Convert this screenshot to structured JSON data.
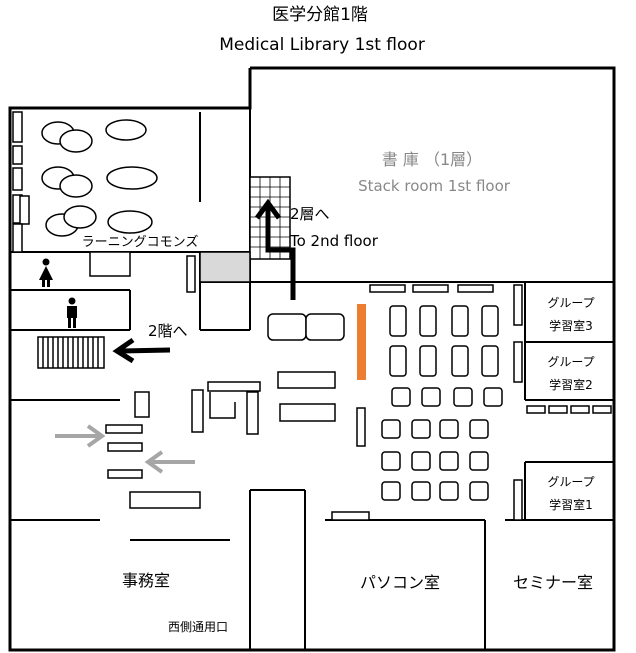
{
  "title_ja": "医学分館1階",
  "title_en": "Medical Library 1st floor",
  "rooms": {
    "stack_ja": "書 庫 （1層）",
    "stack_en": "Stack room 1st floor",
    "learning_commons": "ラーニングコモンズ",
    "to_2f_stack_ja": "2層へ",
    "to_2f_stack_en": "To 2nd floor",
    "to_2f": "2階へ",
    "group3_a": "グループ",
    "group3_b": "学習室3",
    "group2_a": "グループ",
    "group2_b": "学習室2",
    "group1_a": "グループ",
    "group1_b": "学習室1",
    "office": "事務室",
    "pc_room": "パソコン室",
    "seminar": "セミナー室",
    "west_entrance": "西側通用口"
  },
  "icons": [
    "female-restroom-icon",
    "male-restroom-icon",
    "staircase-icon",
    "arrow-up-icon",
    "arrow-left-icon",
    "entrance-arrow-icon",
    "exit-arrow-icon"
  ],
  "colors": {
    "wall": "#000000",
    "stairs_fill": "#d9d9d9",
    "highlight_shelf": "#ed7d31",
    "gray_arrow": "#a6a6a6",
    "gray_text": "#7f7f7f"
  }
}
